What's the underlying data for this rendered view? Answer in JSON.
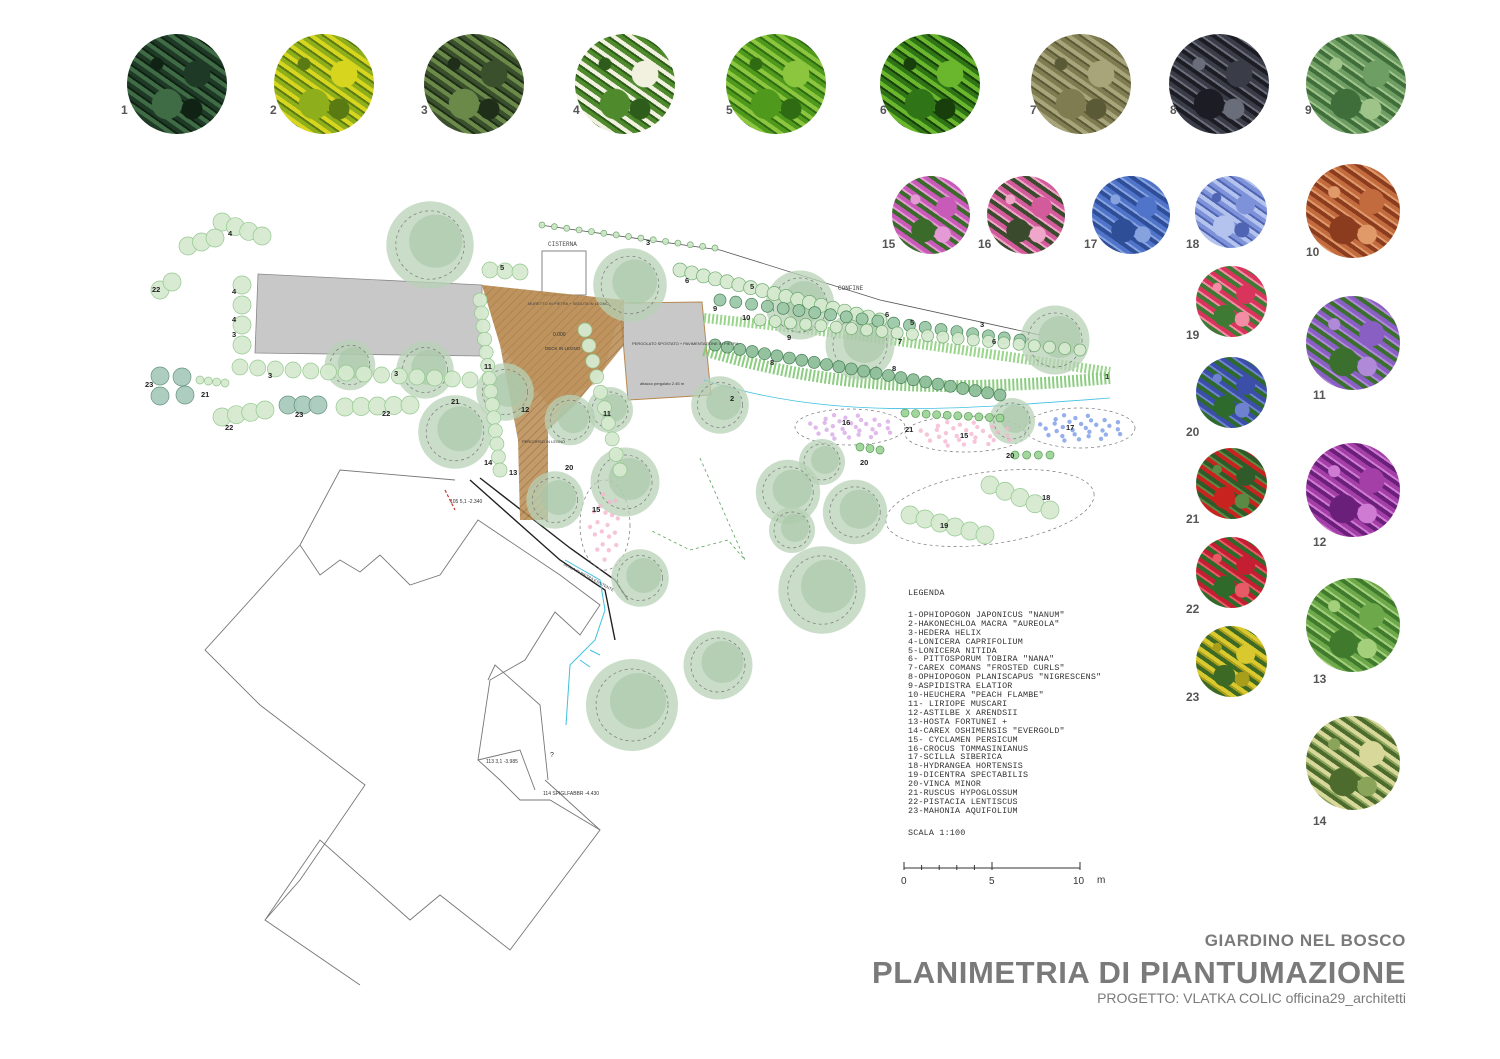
{
  "plant_photos": [
    {
      "num": "1",
      "colors": [
        "#1e3a26",
        "#3f6b45",
        "#102214"
      ]
    },
    {
      "num": "2",
      "colors": [
        "#d8d51f",
        "#8fae1b",
        "#5a7a13"
      ]
    },
    {
      "num": "3",
      "colors": [
        "#3a4f2c",
        "#6b8a4a",
        "#1f2e18"
      ]
    },
    {
      "num": "4",
      "colors": [
        "#f2f1df",
        "#4f8b2c",
        "#2d5c1b"
      ]
    },
    {
      "num": "5",
      "colors": [
        "#8cc63f",
        "#4f9a1d",
        "#2e6b12"
      ]
    },
    {
      "num": "6",
      "colors": [
        "#6ab62c",
        "#2f7417",
        "#173e0b"
      ]
    },
    {
      "num": "7",
      "colors": [
        "#a9a57a",
        "#7f7c52",
        "#5b5a36"
      ]
    },
    {
      "num": "8",
      "colors": [
        "#3a3d47",
        "#1c1d24",
        "#6a6e7a"
      ]
    },
    {
      "num": "9",
      "colors": [
        "#6e9e63",
        "#3f6e3a",
        "#9fc48a"
      ]
    },
    {
      "num": "15",
      "colors": [
        "#c85bb8",
        "#3b6b2b",
        "#e59ad6"
      ]
    },
    {
      "num": "16",
      "colors": [
        "#d45b9b",
        "#3a4a2c",
        "#f0a6c8"
      ]
    },
    {
      "num": "17",
      "colors": [
        "#4f74c9",
        "#2e4e98",
        "#86a3e0"
      ]
    },
    {
      "num": "18",
      "colors": [
        "#7d92d9",
        "#b4c2ee",
        "#4f64b2"
      ]
    },
    {
      "num": "10",
      "colors": [
        "#c26b3e",
        "#8b3c1e",
        "#e09a6a"
      ]
    },
    {
      "num": "19",
      "colors": [
        "#d9355c",
        "#3f7a35",
        "#f38ca5"
      ]
    },
    {
      "num": "11",
      "colors": [
        "#8a5fc4",
        "#3b6f2e",
        "#b08ad9"
      ]
    },
    {
      "num": "20",
      "colors": [
        "#3b4fa8",
        "#2d6a2b",
        "#6f82d1"
      ]
    },
    {
      "num": "21",
      "colors": [
        "#2f5a2a",
        "#c8231e",
        "#5b8a44"
      ]
    },
    {
      "num": "12",
      "colors": [
        "#a33fa6",
        "#6a1f7a",
        "#d07bd3"
      ]
    },
    {
      "num": "22",
      "colors": [
        "#c41e32",
        "#2f6a2a",
        "#e85a66"
      ]
    },
    {
      "num": "13",
      "colors": [
        "#6da84b",
        "#3f7a2d",
        "#a4d07c"
      ]
    },
    {
      "num": "23",
      "colors": [
        "#d9c92f",
        "#3c6a24",
        "#a99d1c"
      ]
    },
    {
      "num": "14",
      "colors": [
        "#d8d89a",
        "#4d6b2c",
        "#8aa55a"
      ]
    }
  ],
  "plan_labels": {
    "cisterna": "CISTERNA",
    "confine": "CONFINE",
    "muretto": "MURETTO IN PIETRA + SEDUTA IN LEGNO",
    "deck_level": "0.000",
    "deck": "DECK IN LEGNO",
    "pergolato": "PERGOLATO SPOSTATO + PAVIMENTAZIONE IN PIETRA",
    "pergolato_level": "attacco pergolato 2.45 m",
    "percorso": "PERCORSO IN LEGNO",
    "scala": "SCALA IN PIETRA ESISTENTE",
    "spot1": "105 5,1 -2.340",
    "spot2": "113 3,1 -3.985",
    "spot3": "114 SPIGLFABBR -4.430",
    "question": "?"
  },
  "plant_tags": {
    "t4a": "4",
    "t22a": "22",
    "t4b": "4",
    "t3a": "3",
    "t4c": "4",
    "t23a": "23",
    "t21a": "21",
    "t3b": "3",
    "t3c": "3",
    "t22b": "22",
    "t23b": "23",
    "t22c": "22",
    "t11a": "11",
    "t21b": "21",
    "t5a": "5",
    "t3top": "3",
    "t6a": "6",
    "t5b": "5",
    "t10": "10",
    "t9a": "9",
    "t9b": "9",
    "t6b": "6",
    "t5c": "5",
    "t3d": "3",
    "t6c": "6",
    "t7": "7",
    "t8a": "8",
    "t8b": "8",
    "t1": "1",
    "t2": "2",
    "t12": "12",
    "t11b": "11",
    "t14": "14",
    "t13": "13",
    "t20a": "20",
    "t15a": "15",
    "t16": "16",
    "t21c": "21",
    "t15b": "15",
    "t20b": "20",
    "t17": "17",
    "t20c": "20",
    "t18": "18",
    "t19": "19"
  },
  "legend": {
    "title": "LEGENDA",
    "items": [
      "1-OPHIOPOGON JAPONICUS \"NANUM\"",
      "2-HAKONECHLOA MACRA \"AUREOLA\"",
      "3-HEDERA HELIX",
      "4-LONICERA CAPRIFOLIUM",
      "5-LONICERA NITIDA",
      "6- PITTOSPORUM TOBIRA \"NANA\"",
      "7-CAREX COMANS \"FROSTED CURLS\"",
      "8-OPHIOPOGON PLANISCAPUS \"NIGRESCENS\"",
      "9-ASPIDISTRA ELATIOR",
      "10-HEUCHERA \"PEACH FLAMBE\"",
      "11- LIRIOPE MUSCARI",
      "12-ASTILBE X ARENDSII",
      "13-HOSTA FORTUNEI +",
      "14-CAREX OSHIMENSIS \"EVERGOLD\"",
      "15- CYCLAMEN PERSICUM",
      "16-CROCUS TOMMASINIANUS",
      "17-SCILLA SIBERICA",
      "18-HYDRANGEA HORTENSIS",
      "19-DICENTRA SPECTABILIS",
      "20-VINCA MINOR",
      "21-RUSCUS HYPOGLOSSUM",
      "22-PISTACIA LENTISCUS",
      "23-MAHONIA AQUIFOLIUM"
    ],
    "scale": "SCALA 1:100"
  },
  "scalebar": {
    "t0": "0",
    "t5": "5",
    "t10": "10",
    "unit": "m"
  },
  "title": {
    "subtitle": "GIARDINO NEL BOSCO",
    "main": "PLANIMETRIA DI PIANTUMAZIONE",
    "credit": "PROGETTO: VLATKA COLIC officina29_architetti"
  },
  "colors": {
    "foliage_light": "#d6ead0",
    "foliage_mid": "#8fc68a",
    "foliage_dark": "#3f7a4f",
    "tree_canopy": "#b7d2b5",
    "deck": "#a87b4a",
    "paving": "#c8c8c8",
    "title_gray": "#7a7a7a"
  }
}
